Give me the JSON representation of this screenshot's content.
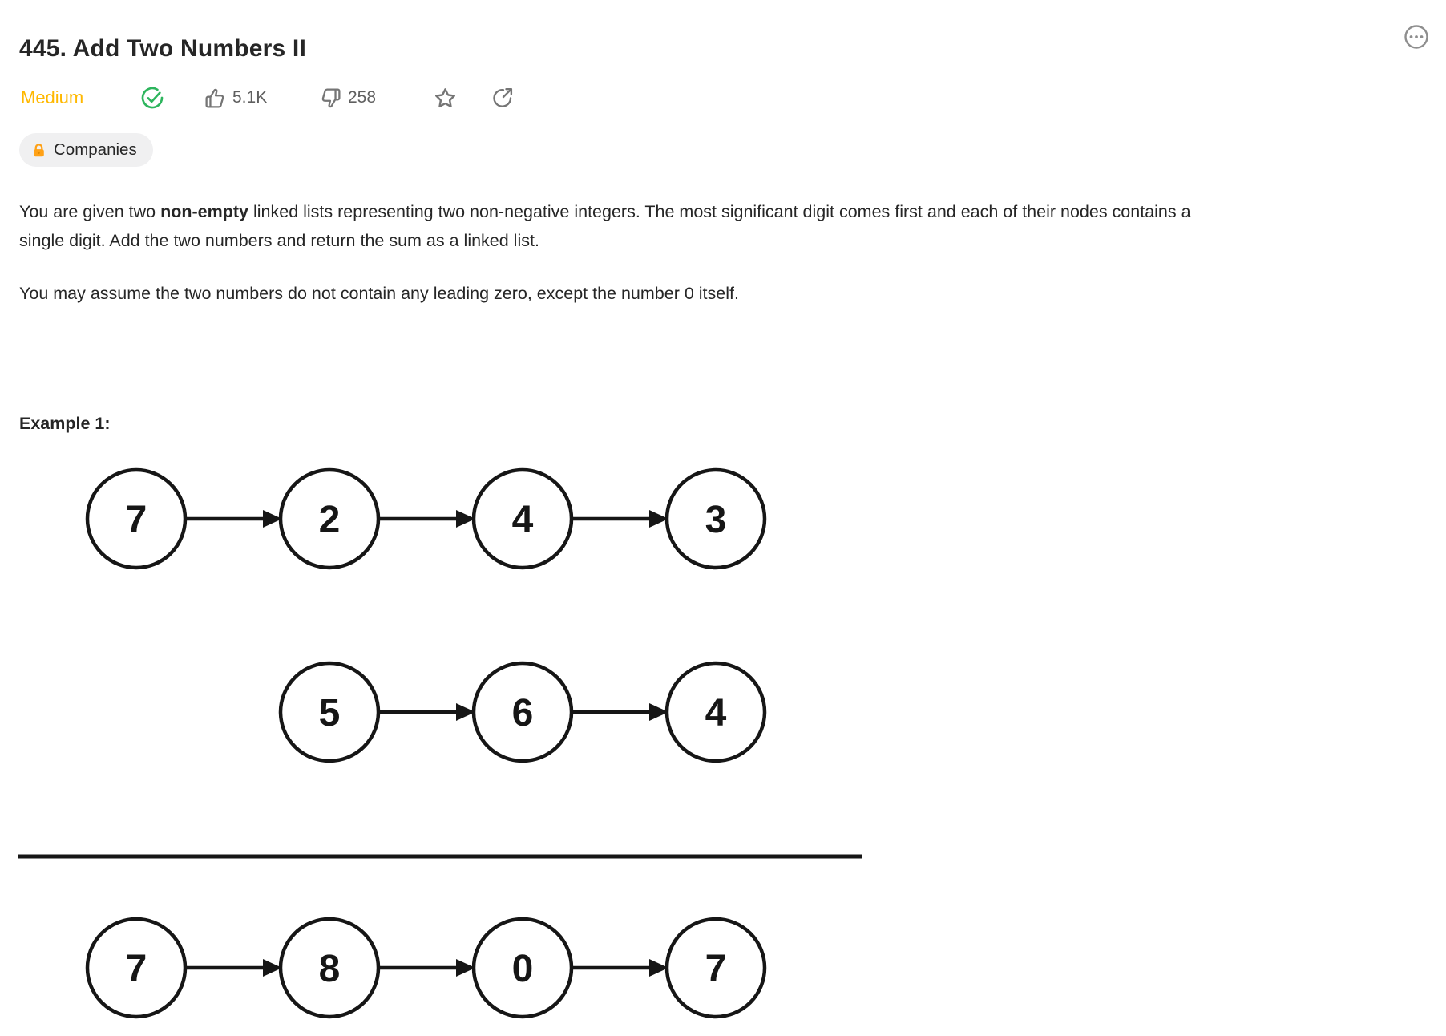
{
  "colors": {
    "text_primary": "#262626",
    "difficulty_medium": "#ffb800",
    "solved_green": "#2db55d",
    "icon_gray": "#757575",
    "count_gray": "#5f5f5f",
    "lock_orange": "#ffa116",
    "pill_bg": "#f0f0f1",
    "diagram_stroke": "#161616"
  },
  "header": {
    "title": "445. Add Two Numbers II"
  },
  "meta": {
    "difficulty": "Medium",
    "likes": "5.1K",
    "dislikes": "258"
  },
  "tags": {
    "companies": "Companies"
  },
  "description": {
    "p1_before": "You are given two ",
    "p1_bold": "non-empty",
    "p1_after": " linked lists representing two non-negative integers. The most significant digit comes first and each of their nodes contains a single digit. Add the two numbers and return the sum as a linked list.",
    "p2": "You may assume the two numbers do not contain any leading zero, except the number 0 itself."
  },
  "example": {
    "label": "Example 1:"
  },
  "diagram": {
    "list1": [
      "7",
      "2",
      "4",
      "3"
    ],
    "list2": [
      "5",
      "6",
      "4"
    ],
    "sum": [
      "7",
      "8",
      "0",
      "7"
    ]
  }
}
